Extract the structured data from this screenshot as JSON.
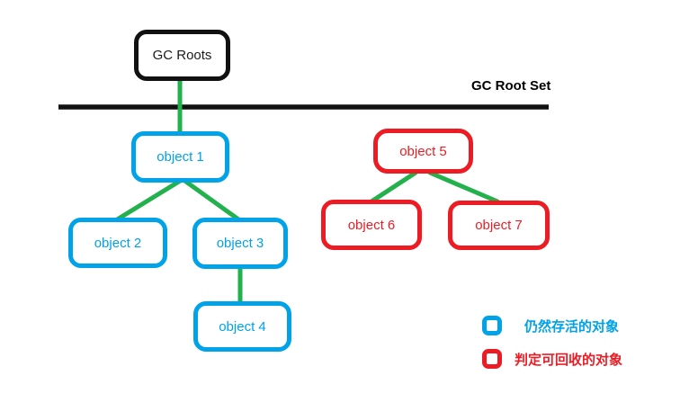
{
  "diagram_title": "GC Roots reachability diagram",
  "colors": {
    "alive": "#00A2E8",
    "recyclable": "#ED1C24",
    "link": "#22B14C",
    "root": "#111111"
  },
  "root_box": {
    "label": "GC Roots"
  },
  "separator": {
    "label": "GC Root Set"
  },
  "nodes": [
    {
      "id": "object-1",
      "label": "object 1",
      "type": "alive"
    },
    {
      "id": "object-2",
      "label": "object 2",
      "type": "alive"
    },
    {
      "id": "object-3",
      "label": "object 3",
      "type": "alive"
    },
    {
      "id": "object-4",
      "label": "object 4",
      "type": "alive"
    },
    {
      "id": "object-5",
      "label": "object 5",
      "type": "recyclable"
    },
    {
      "id": "object-6",
      "label": "object 6",
      "type": "recyclable"
    },
    {
      "id": "object-7",
      "label": "object 7",
      "type": "recyclable"
    }
  ],
  "edges": [
    {
      "from": "gc-roots",
      "to": "object-1"
    },
    {
      "from": "object-1",
      "to": "object-2"
    },
    {
      "from": "object-1",
      "to": "object-3"
    },
    {
      "from": "object-3",
      "to": "object-4"
    },
    {
      "from": "object-5",
      "to": "object-6"
    },
    {
      "from": "object-5",
      "to": "object-7"
    }
  ],
  "legend": [
    {
      "label": "仍然存活的对象",
      "type": "alive"
    },
    {
      "label": "判定可回收的对象",
      "type": "recyclable"
    }
  ]
}
